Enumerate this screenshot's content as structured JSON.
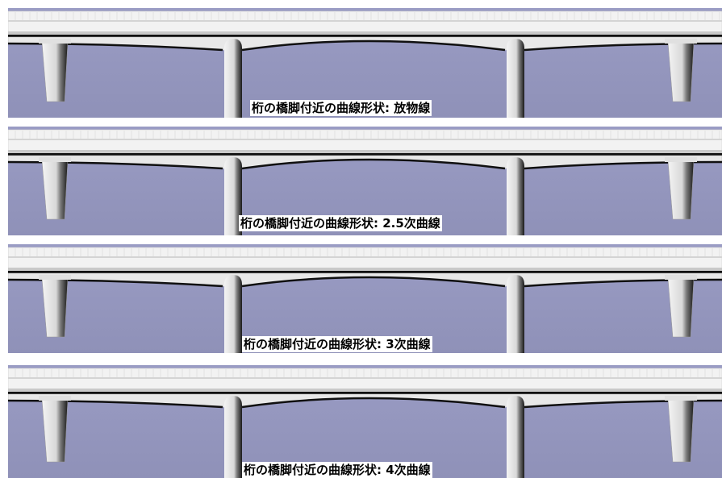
{
  "panels": [
    {
      "caption": "桁の橋脚付近の曲線形状: 放物線"
    },
    {
      "caption": "桁の橋脚付近の曲線形状: 2.5次曲線"
    },
    {
      "caption": "桁の橋脚付近の曲線形状: 3次曲線"
    },
    {
      "caption": "桁の橋脚付近の曲線形状: 4次曲線"
    }
  ],
  "colors": {
    "sky_top": "#9a9cc4",
    "sky_bottom": "#8f91b8",
    "deck": "#f2f2f2",
    "girder": "#e8e8e8",
    "soffit_shadow": "#101010",
    "pier_light": "#f4f4f4",
    "pier_dark": "#1a1a1a"
  }
}
